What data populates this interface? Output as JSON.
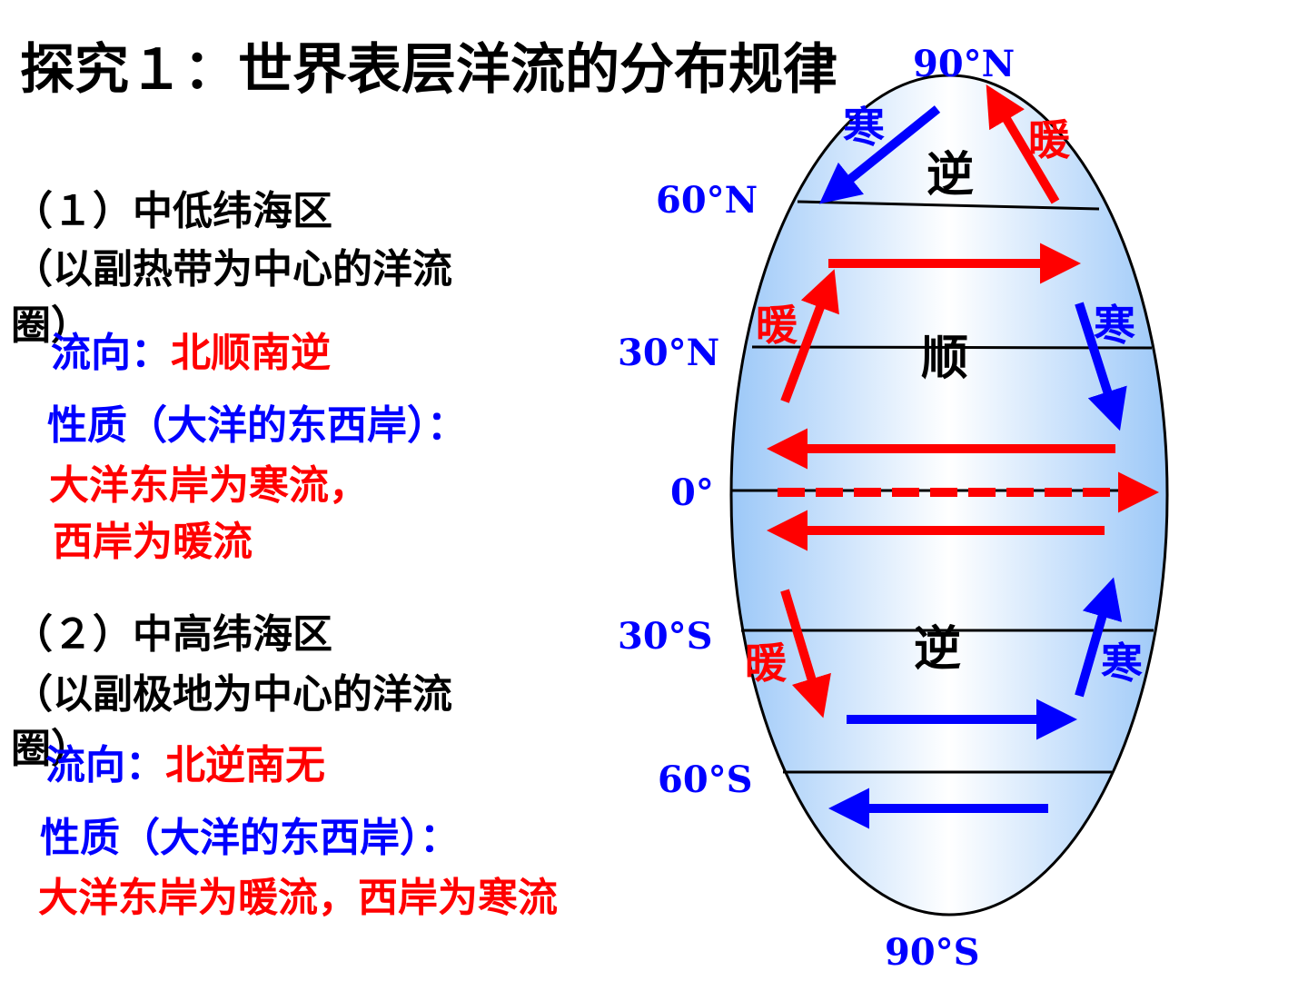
{
  "title": "探究１：世界表层洋流的分布规律",
  "section1": {
    "heading": "（１）中低纬海区",
    "subheading_line1": "（以副热带为中心的洋流",
    "subheading_line2": "圈）",
    "flow_label": "流向：",
    "flow_value": "北顺南逆",
    "nature_label": "性质（大洋的东西岸）：",
    "nature_line1": "大洋东岸为寒流，",
    "nature_line2": "西岸为暖流"
  },
  "section2": {
    "heading": "（２）中高纬海区",
    "subheading_line1": "（以副极地为中心的洋流",
    "subheading_line2": "圈）",
    "flow_label": "流向：",
    "flow_value": "北逆南无",
    "nature_label": "性质（大洋的东西岸）：",
    "nature_line1": "大洋东岸为暖流，西岸为寒流"
  },
  "diagram": {
    "latitudes": {
      "n90": "90°N",
      "n60": "60°N",
      "n30": "30°N",
      "eq": "0°",
      "s30": "30°S",
      "s60": "60°S",
      "s90": "90°S"
    },
    "gyre_labels": {
      "north_high": "逆",
      "north_mid": "顺",
      "south_mid": "逆"
    },
    "current_labels": {
      "cold": "寒",
      "warm": "暖"
    },
    "colors": {
      "warm": "#ff0000",
      "cold": "#0000ff",
      "ocean_edge": "#9cc8f8",
      "ocean_center": "#ffffff"
    }
  }
}
